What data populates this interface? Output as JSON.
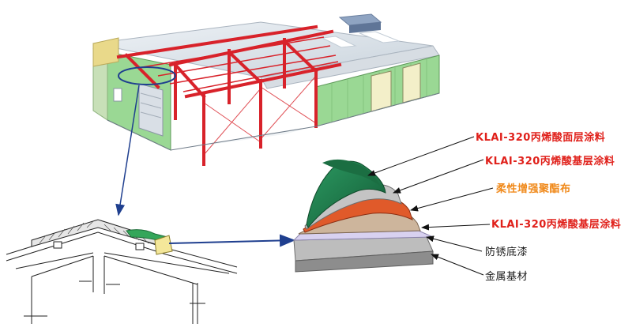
{
  "labels": {
    "topcoat": "KLAI-320丙烯酸面层涂料",
    "basecoat_1": "KLAI-320丙烯酸基层涂料",
    "reinforcing_fabric": "柔性增强聚酯布",
    "basecoat_2": "KLAI-320丙烯酸基层涂料",
    "antirust_primer": "防锈底漆",
    "metal_substrate": "金属基材"
  },
  "colors": {
    "topcoat": "#1f7d4e",
    "basecoat": "#b7b7b7",
    "fabric": "#e05a2a",
    "basecoat_lower": "#c9b39c",
    "primer": "#cfc8ea",
    "metal": "#9a9a9a",
    "steel_frame": "#d8222a",
    "wall_green": "#8fd08a",
    "callout_blue": "#1f3f8f",
    "label_red": "#e0201a",
    "label_orange": "#f08a1c"
  }
}
